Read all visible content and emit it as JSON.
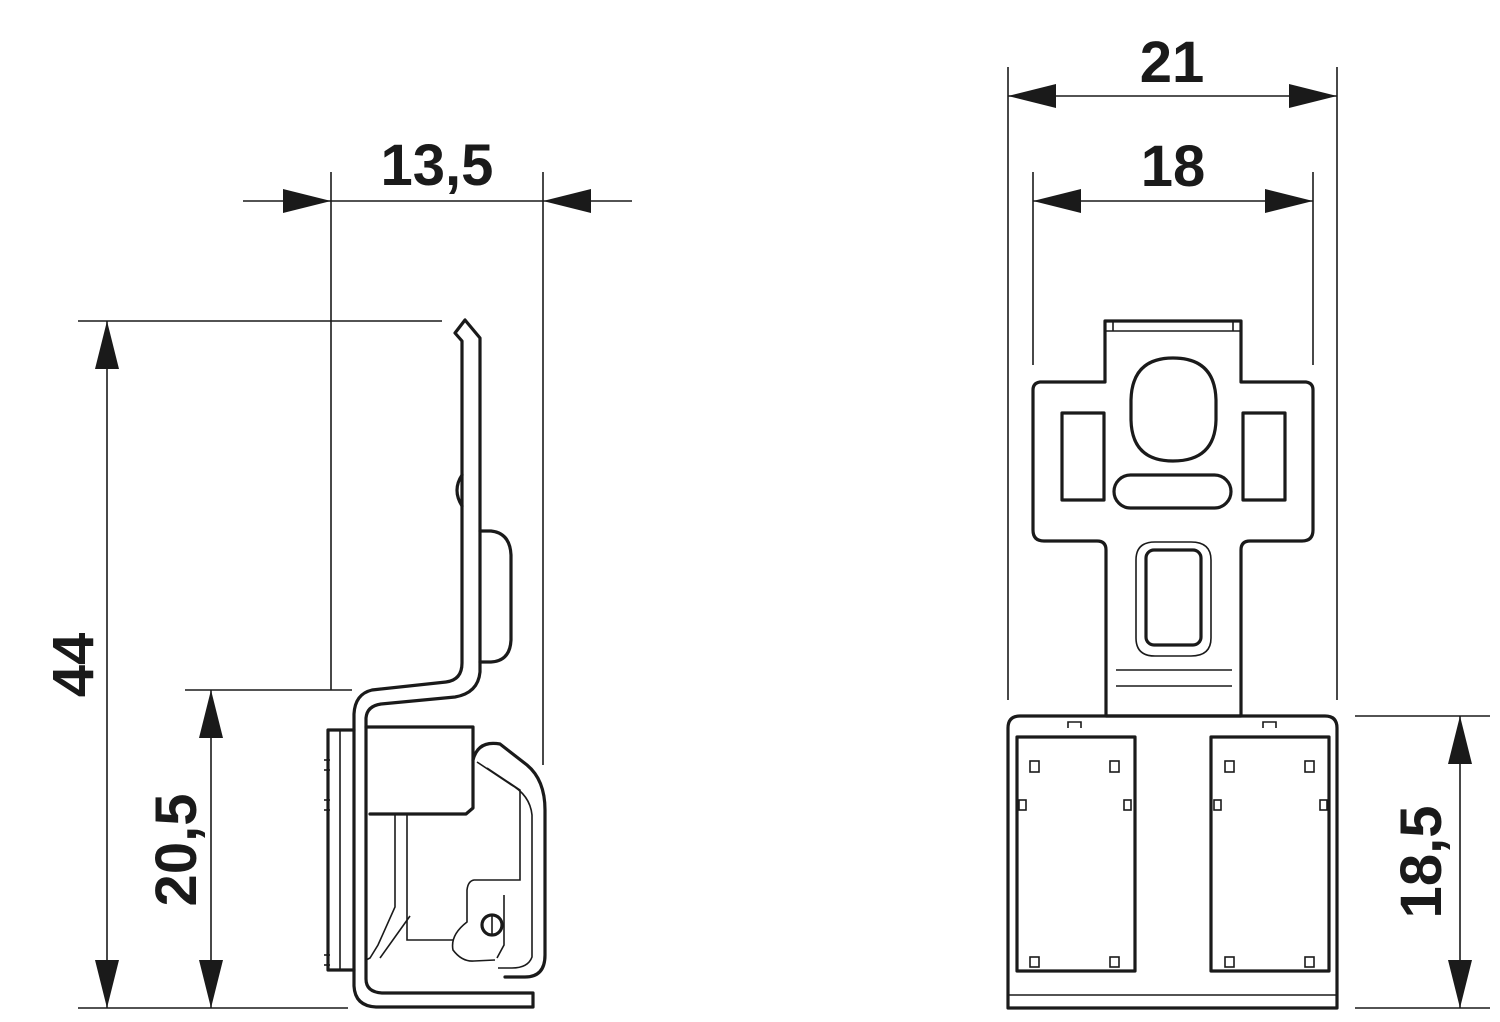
{
  "dimensions": {
    "side_view": {
      "width": "13,5",
      "height_total": "44",
      "height_lower": "20,5"
    },
    "front_view": {
      "width_outer": "21",
      "width_inner": "18",
      "height_lower": "18,5"
    }
  },
  "colors": {
    "line": "#1a1a1a",
    "background": "#ffffff"
  }
}
